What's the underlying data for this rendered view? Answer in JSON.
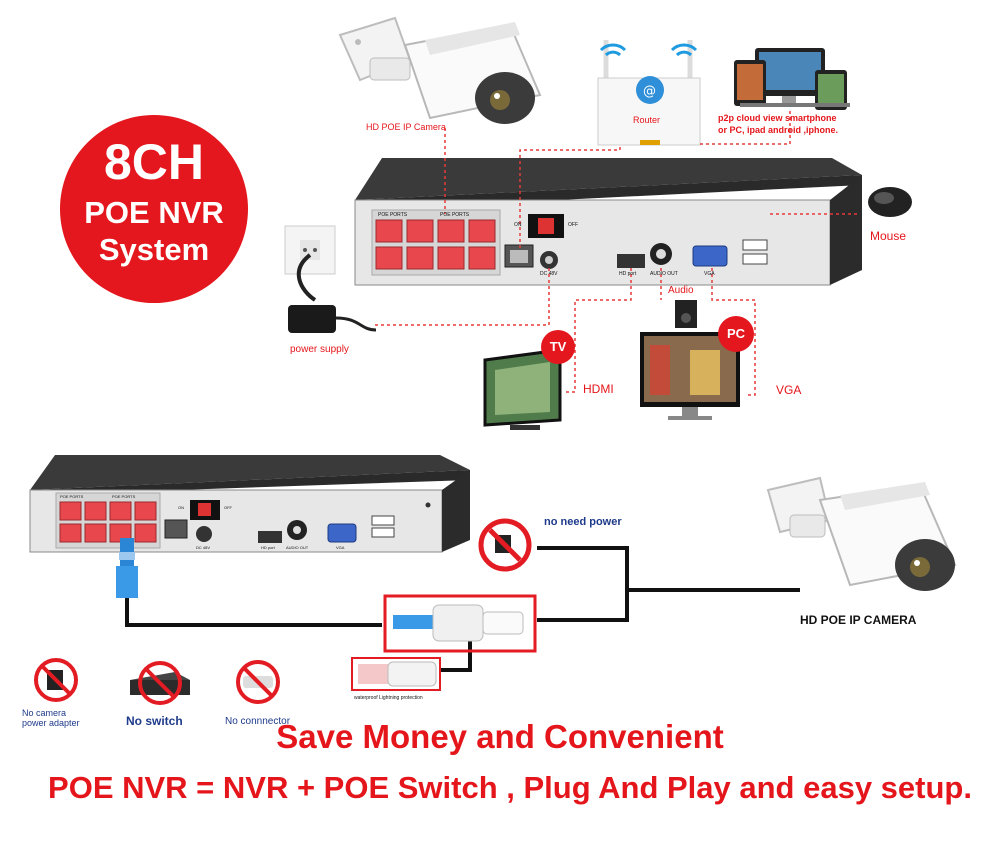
{
  "badge": {
    "line1": "8CH",
    "line2": "POE NVR",
    "line3": "System",
    "color": "#e3171d"
  },
  "labels": {
    "camera_top": "HD POE IP Camera",
    "router": "Router",
    "p2p_line1": "p2p cloud  view smartphone",
    "p2p_line2": "or PC, ipad android ,iphone.",
    "mouse": "Mouse",
    "power_supply": "power supply",
    "audio": "Audio",
    "tv": "TV",
    "pc": "PC",
    "hdmi": "HDMI",
    "vga": "VGA",
    "no_need_power": "no need power",
    "camera_bottom": "HD POE IP CAMERA",
    "lightning": "waterproof Lightning protection"
  },
  "nvr_ports": {
    "poe_ports": "POE PORTS",
    "on": "ON",
    "off": "OFF",
    "hd_port": "HD port",
    "audio_out": "AUDIO OUT",
    "vga": "VGA",
    "dc": "DC 48V"
  },
  "no_items": [
    {
      "label_line1": "No camera",
      "label_line2": "power adapter"
    },
    {
      "label_line1": "No switch",
      "label_line2": ""
    },
    {
      "label_line1": "No connnector",
      "label_line2": ""
    }
  ],
  "headline1": "Save Money and Convenient",
  "headline2": "POE NVR = NVR + POE Switch , Plug And Play and easy setup.",
  "colors": {
    "accent_red": "#e5161b",
    "nvr_body": "#2b2b2b",
    "nvr_panel": "#e8e8e8",
    "poe_port": "#e8484d",
    "cable": "#111111"
  }
}
